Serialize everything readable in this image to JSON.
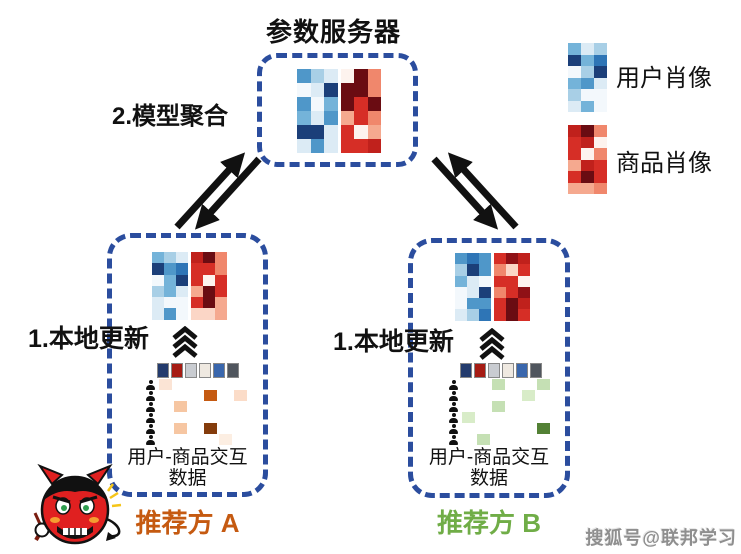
{
  "title": "参数服务器",
  "labels": {
    "model_aggregation": "2.模型聚合",
    "local_update_a": "1.本地更新",
    "local_update_b": "1.本地更新",
    "party_a": "推荐方 A",
    "party_b": "推荐方 B",
    "interaction_line1": "用户-商品交互",
    "interaction_line2": "数据"
  },
  "legend": {
    "user_label": "用户肖像",
    "item_label": "商品肖像"
  },
  "watermark": "搜狐号@联邦学习",
  "palette": {
    "dash_blue": "#2b4d9e",
    "party_a_color": "#c55a11",
    "party_b_color": "#70ad47",
    "arrow_black": "#111111"
  },
  "user_count": 6,
  "posters": [
    "#233b6d",
    "#a61c14",
    "#c9ccd1",
    "#efe9e1",
    "#3a67ad",
    "#50565e"
  ],
  "grids": {
    "server_user": [
      [
        "#4f97c9",
        "#a8cfe6",
        "#dcebf5"
      ],
      [
        "#f3f8fc",
        "#dcebf5",
        "#1b3f79"
      ],
      [
        "#4f97c9",
        "#f3f8fc",
        "#74b3d9"
      ],
      [
        "#74b3d9",
        "#dcebf5",
        "#4f97c9"
      ],
      [
        "#1b3f79",
        "#1b3f79",
        "#dcebf5"
      ],
      [
        "#dcebf5",
        "#4f97c9",
        "#dcebf5"
      ]
    ],
    "server_item": [
      [
        "#fdf3ee",
        "#6a0c12",
        "#f0876c"
      ],
      [
        "#6a0c12",
        "#6a0c12",
        "#f0876c"
      ],
      [
        "#6a0c12",
        "#d62e26",
        "#6a0c12"
      ],
      [
        "#f5a98f",
        "#d62e26",
        "#f0876c"
      ],
      [
        "#d62e26",
        "#fdf3ee",
        "#f5a98f"
      ],
      [
        "#d62e26",
        "#d62e26",
        "#c0211c"
      ]
    ],
    "party_a_user": [
      [
        "#74b3d9",
        "#a8cfe6",
        "#dcebf5"
      ],
      [
        "#1b3f79",
        "#4f97c9",
        "#2e75b6"
      ],
      [
        "#f3f8fc",
        "#74b3d9",
        "#1b3f79"
      ],
      [
        "#a8cfe6",
        "#74b3d9",
        "#dcebf5"
      ],
      [
        "#dcebf5",
        "#f3f8fc",
        "#f3f8fc"
      ],
      [
        "#dcebf5",
        "#4f97c9",
        "#f3f8fc"
      ]
    ],
    "party_a_item": [
      [
        "#c0211c",
        "#6a0c12",
        "#f0876c"
      ],
      [
        "#d62e26",
        "#d62e26",
        "#f0876c"
      ],
      [
        "#d62e26",
        "#fdf3ee",
        "#d62e26"
      ],
      [
        "#f5a98f",
        "#6a0c12",
        "#d62e26"
      ],
      [
        "#d62e26",
        "#6a0c12",
        "#f5a98f"
      ],
      [
        "#fbd6c6",
        "#fbd6c6",
        "#f5a98f"
      ]
    ],
    "party_b_user": [
      [
        "#4f97c9",
        "#2e75b6",
        "#4f97c9"
      ],
      [
        "#a8cfe6",
        "#1b3f79",
        "#4f97c9"
      ],
      [
        "#74b3d9",
        "#dcebf5",
        "#f3f8fc"
      ],
      [
        "#f3f8fc",
        "#dcebf5",
        "#1b3f79"
      ],
      [
        "#f3f8fc",
        "#4f97c9",
        "#4f97c9"
      ],
      [
        "#dcebf5",
        "#a8cfe6",
        "#2e75b6"
      ]
    ],
    "party_b_item": [
      [
        "#d62e26",
        "#8f1116",
        "#c0211c"
      ],
      [
        "#f0876c",
        "#fbd6c6",
        "#d62e26"
      ],
      [
        "#d62e26",
        "#d62e26",
        "#fdf3ee"
      ],
      [
        "#f0876c",
        "#d62e26",
        "#8f1116"
      ],
      [
        "#d62e26",
        "#6a0c12",
        "#c0211c"
      ],
      [
        "#d62e26",
        "#6a0c12",
        "#d62e26"
      ]
    ],
    "legend_user": [
      [
        "#74b3d9",
        "#dcebf5",
        "#a8cfe6"
      ],
      [
        "#1b3f79",
        "#74b3d9",
        "#2e75b6"
      ],
      [
        "#f3f8fc",
        "#a8cfe6",
        "#1b3f79"
      ],
      [
        "#74b3d9",
        "#4f97c9",
        "#dcebf5"
      ],
      [
        "#a8cfe6",
        "#f3f8fc",
        "#f3f8fc"
      ],
      [
        "#dcebf5",
        "#74b3d9",
        "#f3f8fc"
      ]
    ],
    "legend_item": [
      [
        "#c0211c",
        "#6a0c12",
        "#f0876c"
      ],
      [
        "#d62e26",
        "#c0211c",
        "#fdf3ee"
      ],
      [
        "#d62e26",
        "#fdf3ee",
        "#f0876c"
      ],
      [
        "#f5a98f",
        "#c0211c",
        "#d62e26"
      ],
      [
        "#d62e26",
        "#6a0c12",
        "#d62e26"
      ],
      [
        "#f5a98f",
        "#f5a98f",
        "#f0876c"
      ]
    ],
    "interaction_a": [
      [
        "#fbe4d5",
        "",
        "",
        "",
        "",
        ""
      ],
      [
        "",
        "",
        "",
        "#c55a11",
        "",
        "#fbdcc8"
      ],
      [
        "",
        "#f6c6a2",
        "",
        "",
        "",
        ""
      ],
      [
        "",
        "",
        "",
        "",
        "",
        ""
      ],
      [
        "",
        "#f6c6a2",
        "",
        "#843c0c",
        "",
        ""
      ],
      [
        "",
        "",
        "",
        "",
        "#fceee2",
        ""
      ]
    ],
    "interaction_b": [
      [
        "",
        "",
        "#c5e0b4",
        "",
        "",
        "#c5e0b4"
      ],
      [
        "",
        "",
        "",
        "",
        "#d8ecc8",
        ""
      ],
      [
        "",
        "",
        "#c5e0b4",
        "",
        "",
        ""
      ],
      [
        "#d8ecc8",
        "",
        "",
        "",
        "",
        ""
      ],
      [
        "",
        "",
        "",
        "",
        "",
        "#538135"
      ],
      [
        "",
        "#c5e0b4",
        "",
        "",
        "",
        ""
      ]
    ]
  }
}
